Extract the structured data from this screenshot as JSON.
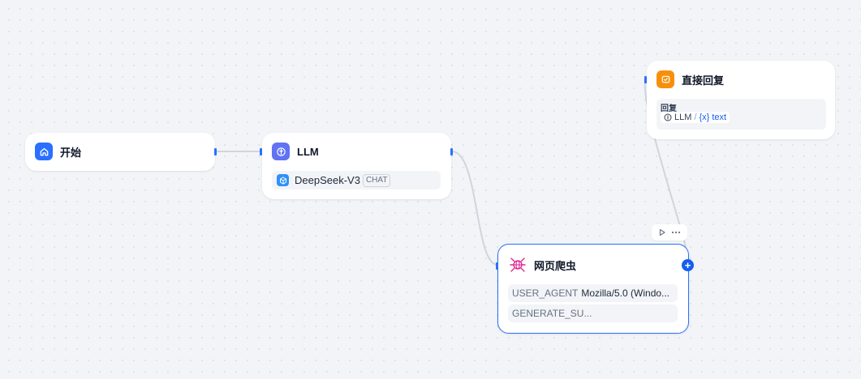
{
  "nodes": {
    "start": {
      "title": "开始",
      "icon": "home-icon",
      "icon_color": "#2970ff"
    },
    "llm": {
      "title": "LLM",
      "icon": "brain-icon",
      "icon_color": "#6172f3",
      "model_name": "DeepSeek-V3",
      "model_tag": "CHAT",
      "model_icon": "model-cube-icon"
    },
    "crawler": {
      "title": "网页爬虫",
      "icon": "web-crawler-icon",
      "icon_color": "#dd2590",
      "params": [
        {
          "key": "USER_AGENT",
          "value": "Mozilla/5.0 (Windo..."
        },
        {
          "key": "GENERATE_SU...",
          "value": ""
        }
      ],
      "toolbar": {
        "run_icon": "play-icon",
        "more_icon": "more-horizontal-icon"
      },
      "add_label": "+"
    },
    "reply": {
      "title": "直接回复",
      "icon": "reply-icon",
      "icon_color": "#f79009",
      "field_label": "回复",
      "ref_node": "LLM",
      "ref_separator": "/",
      "ref_var": "{x} text"
    }
  },
  "colors": {
    "accent": "#2970ff",
    "edge": "#d0d5dd",
    "canvas_bg": "#f2f4f7"
  }
}
